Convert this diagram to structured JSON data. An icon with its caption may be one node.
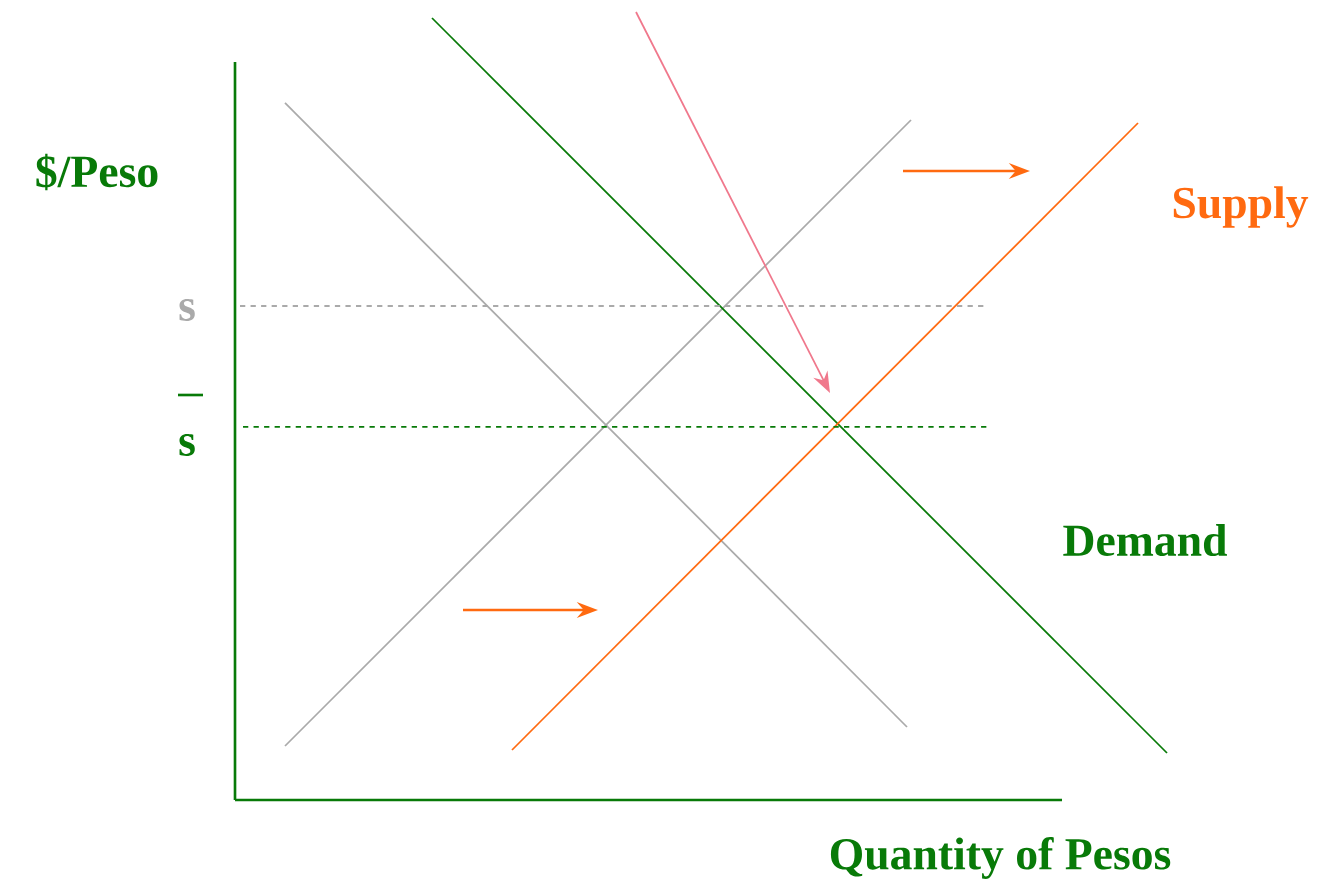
{
  "diagram": {
    "labels": [
      "$/Peso",
      "Supply",
      "s",
      "s",
      "Demand",
      "Quantity of Pesos"
    ]
  }
}
